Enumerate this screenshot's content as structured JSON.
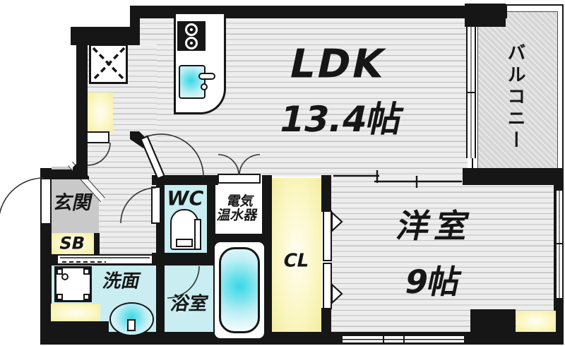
{
  "labels": {
    "ldk": "LDK",
    "ldk_size": "13.4帖",
    "bedroom": "洋室",
    "bedroom_size": "9帖",
    "balcony": "バルコニー",
    "entrance": "玄関",
    "shoe_box": "SB",
    "wc": "WC",
    "heater_line1": "電気",
    "heater_line2": "温水器",
    "washroom": "洗面",
    "bathroom": "浴室",
    "closet": "CL"
  },
  "colors": {
    "wall": "#161616",
    "floor_bg": "#ededed",
    "floor_line": "#bfbfbf",
    "wet_room_cyan": "#c9edf0",
    "storage_yellow": "#f3eda1",
    "genkan_gray": "#c9c9c9",
    "fixture_cyan": "#35d8e4",
    "balcony_gray": "#d6d6d6"
  }
}
